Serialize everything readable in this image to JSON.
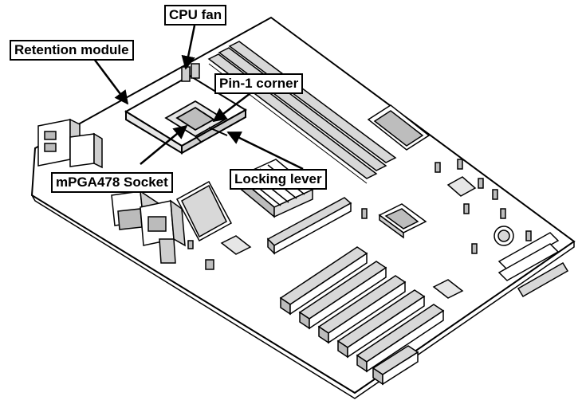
{
  "callouts": {
    "cpu_fan": "CPU fan",
    "retention_module": "Retention module",
    "pin1_corner": "Pin-1 corner",
    "socket": "mPGA478 Socket",
    "locking_lever": "Locking lever"
  },
  "colors": {
    "ink": "#000000",
    "board_fill": "#ffffff",
    "slot_fill": "#d8d8d8",
    "socket_fill": "#e6e6e6"
  }
}
